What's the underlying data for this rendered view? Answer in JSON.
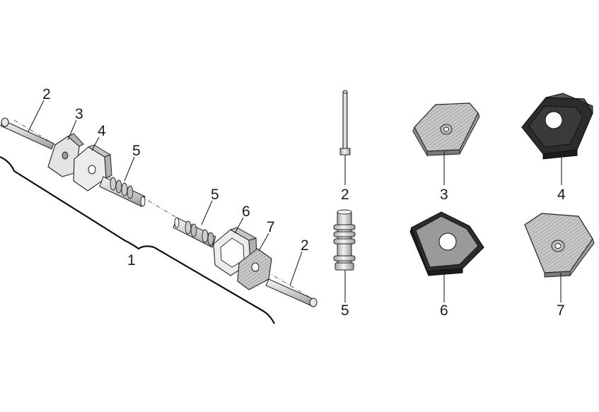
{
  "callouts": {
    "assembly": "1",
    "bolt_left": "2",
    "plate_left": "3",
    "block_left": "4",
    "fitting_upper": "5",
    "fitting_lower": "5",
    "block_right": "6",
    "plate_right": "7",
    "bolt_right": "2",
    "detail_bolt": "2",
    "detail_plate_3": "3",
    "detail_block_4": "4",
    "detail_fitting": "5",
    "detail_block_6": "6",
    "detail_plate_7": "7"
  },
  "colors": {
    "line": "#222222",
    "light_part": "#e6e6e6",
    "mid_part": "#bdbdbd",
    "dark_part": "#2c2c2c",
    "background": "#ffffff"
  }
}
